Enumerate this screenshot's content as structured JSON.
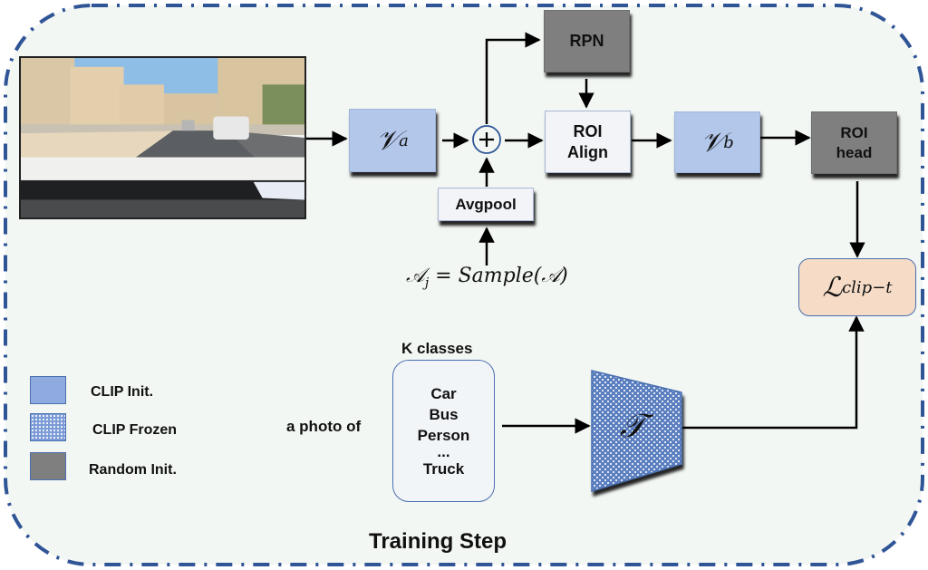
{
  "diagram": {
    "title": "Training Step",
    "input_image": {
      "alt": "dashcam road scene"
    },
    "blocks": {
      "va": {
        "symbol": "𝒱",
        "sup": "a",
        "type": "CLIP Init."
      },
      "vb": {
        "symbol": "𝒱",
        "sup": "b",
        "type": "CLIP Init."
      },
      "rpn": {
        "label": "RPN",
        "type": "Random Init."
      },
      "roi_align": {
        "line1": "ROI",
        "line2": "Align"
      },
      "roi_head": {
        "line1": "ROI",
        "line2": "head",
        "type": "Random Init."
      },
      "avgpool": {
        "label": "Avgpool"
      },
      "sum_op": {
        "symbol": "+"
      },
      "loss": {
        "symbol": "ℒ",
        "sub": "clip−t"
      },
      "text_encoder": {
        "symbol": "𝒯",
        "type": "CLIP Frozen"
      }
    },
    "sample_eq": {
      "lhs": "𝒜",
      "lhs_sub": "j",
      "rhs": "= Sample(𝒜)"
    },
    "prompt_prefix": "a photo of",
    "classes": {
      "header": "K classes",
      "items": [
        "Car",
        "Bus",
        "Person",
        "...",
        "Truck"
      ]
    },
    "legend": [
      {
        "label": "CLIP Init.",
        "style": "clip-init"
      },
      {
        "label": "CLIP Frozen",
        "style": "clip-frozen"
      },
      {
        "label": "Random Init.",
        "style": "random-init"
      }
    ],
    "colors": {
      "background": "#f3f7f3",
      "frame_border": "#2f5597",
      "clip_init": "#b2c7ea",
      "random_init": "#7f7f7f",
      "loss_fill": "#f6dcc6",
      "box_border": "#4a6fb0"
    }
  }
}
